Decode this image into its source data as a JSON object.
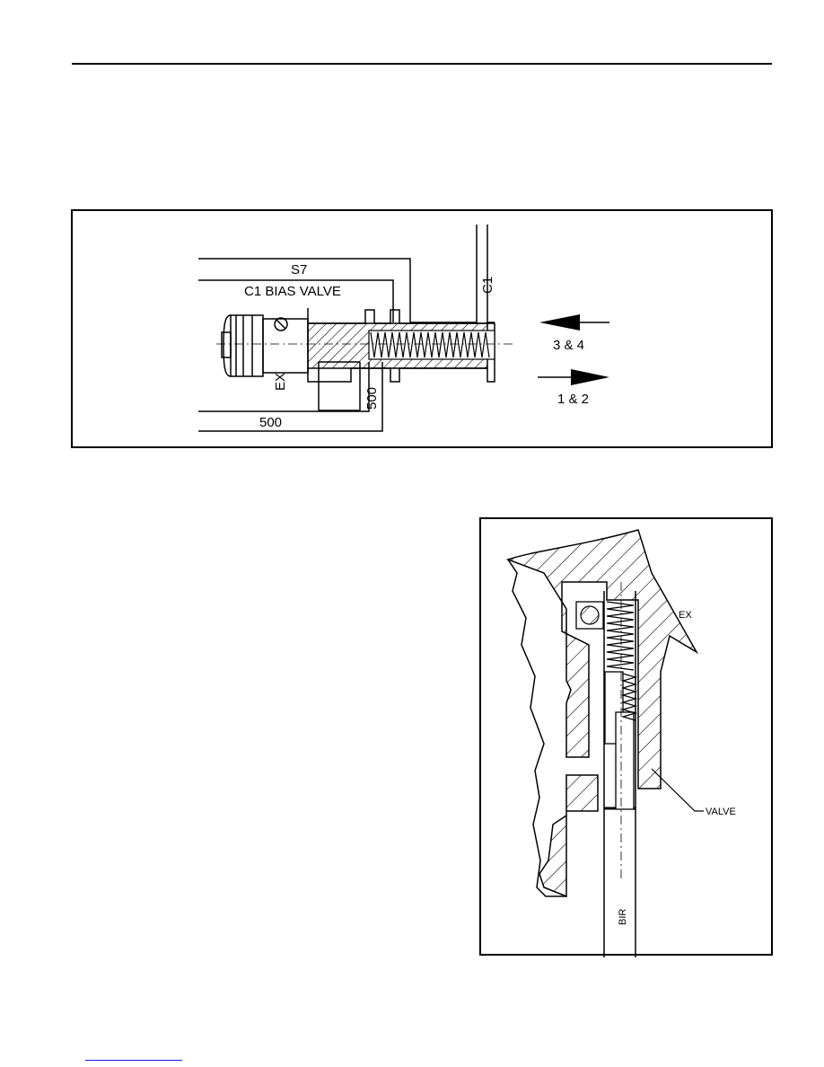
{
  "figure_top": {
    "labels": {
      "s7": "S7",
      "valve_name": "C1 BIAS VALVE",
      "c1": "C1",
      "ex": "EX",
      "port_500_vertical": "500",
      "port_500_bottom": "500",
      "arrow_left_label": "3 & 4",
      "arrow_right_label": "1 & 2"
    }
  },
  "figure_bottom": {
    "labels": {
      "ex": "EX",
      "valve": "VALVE",
      "bir": "BIR"
    }
  }
}
